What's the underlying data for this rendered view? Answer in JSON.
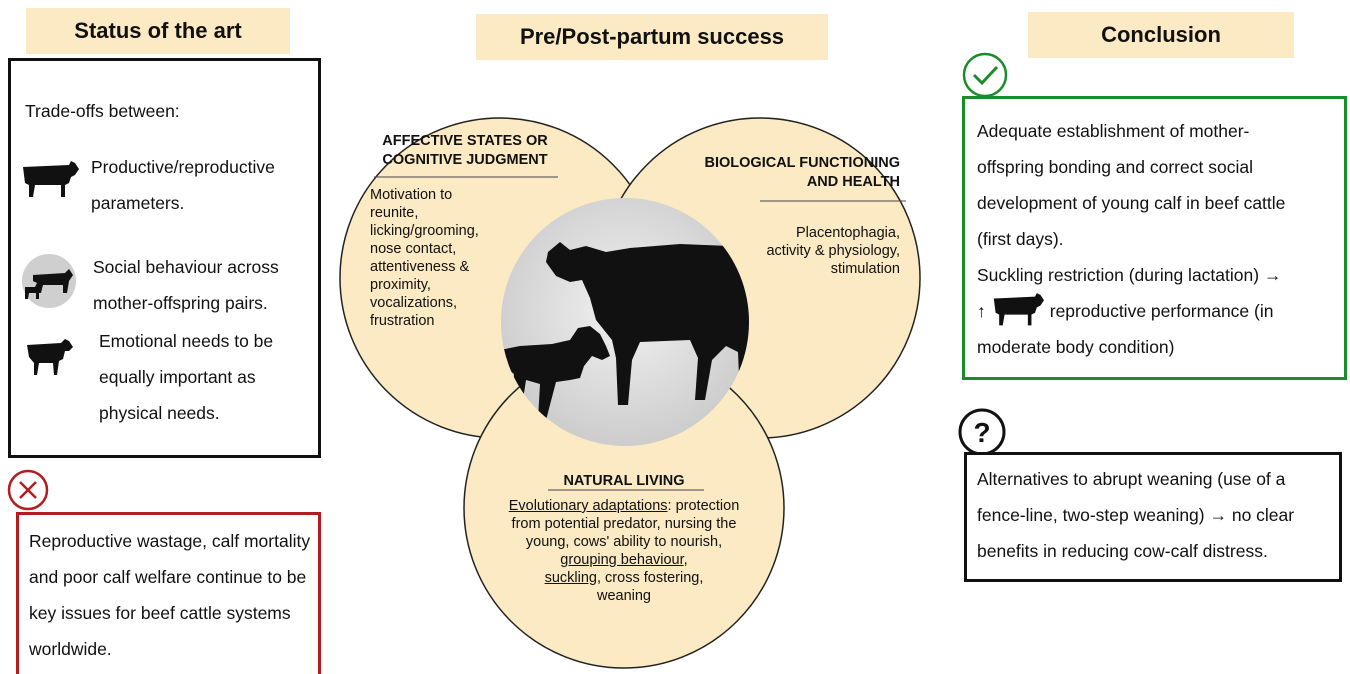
{
  "headers": {
    "left": "Status of the art",
    "center": "Pre/Post-partum success",
    "right": "Conclusion"
  },
  "left": {
    "intro": "Trade-offs between:",
    "items": [
      {
        "icon": "cow-icon",
        "text": "Productive/reproductive parameters."
      },
      {
        "icon": "cow-calf-pair-icon",
        "text": "Social behaviour across mother-offspring pairs."
      },
      {
        "icon": "calf-icon",
        "text": "Emotional needs to be equally important as physical needs."
      }
    ],
    "warning": "Reproductive wastage, calf mortality and poor calf welfare continue to be key issues for beef cattle systems worldwide."
  },
  "venn": {
    "affective": {
      "title_line1": "AFFECTIVE STATES OR",
      "title_line2": "COGNITIVE JUDGMENT",
      "body": [
        "Motivation to",
        "reunite,",
        "licking/grooming,",
        "nose contact,",
        "attentiveness &",
        "proximity,",
        "vocalizations,",
        "frustration"
      ]
    },
    "biological": {
      "title_line1": "BIOLOGICAL FUNCTIONING",
      "title_line2": "AND HEALTH",
      "body": [
        "Placentophagia,",
        "activity & physiology,",
        "stimulation"
      ]
    },
    "natural": {
      "title": "NATURAL LIVING",
      "l1_u": "Evolutionary adaptations",
      "l1_rest": ": protection",
      "l2": "from potential predator, nursing the",
      "l3": "young, cows' ability to nourish,",
      "l4_u": "grouping behaviour",
      "l4_rest": ",",
      "l5_u": "suckling",
      "l5_rest": ", cross fostering,",
      "l6": "weaning"
    }
  },
  "right": {
    "positive_lines": [
      "Adequate establishment of mother-",
      "offspring bonding and correct social",
      "development of young calf in beef cattle",
      "(first days).",
      "Suckling restriction (during lactation) →"
    ],
    "positive_arrow": "↑",
    "positive_tail": "reproductive performance (in",
    "positive_last": "moderate body condition)",
    "question_lines": [
      "Alternatives to abrupt weaning (use of a",
      "fence-line, two-step weaning) → no clear",
      "benefits in reducing cow-calf distress."
    ]
  },
  "colors": {
    "header_bg": "#fbeac3",
    "circle_fill": "#fbeac3",
    "green": "#1a8c2a",
    "red": "#b21e1e"
  }
}
